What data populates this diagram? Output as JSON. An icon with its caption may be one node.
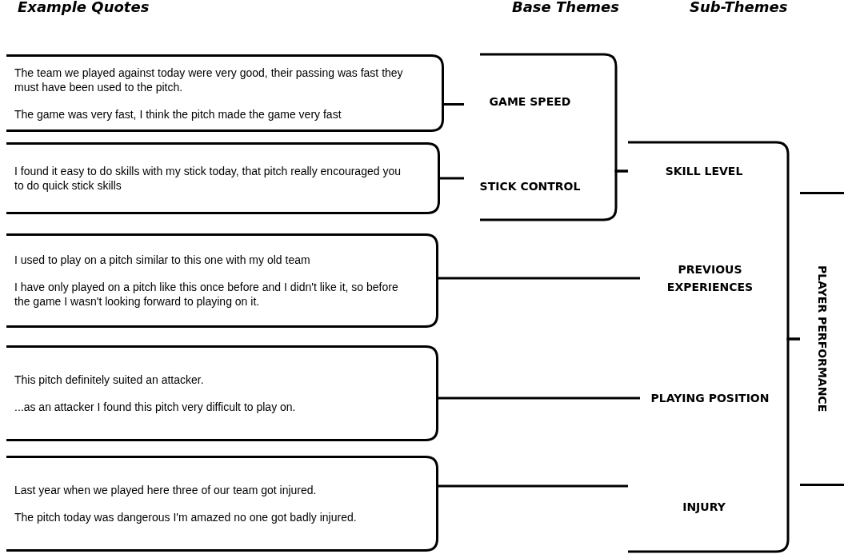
{
  "diagram": {
    "nodes": [
      {
        "text": [
          "The team we played against today were very good, their passing was fast they must have been used to the pitch.",
          "The game was very fast, I think the pitch made the game very fast"
        ]
      },
      {
        "text": [
          "I found it easy to do skills with my stick today, that pitch really encouraged you to do quick stick skills"
        ]
      },
      {
        "text": [
          "I used to play on a pitch similar to this one with my old team",
          "I have only played on a pitch like this once before and I didn't like it, so before the game I wasn't looking forward to playing on it."
        ]
      },
      {
        "text": [
          "This pitch definitely suited an attacker.",
          "...as an attacker I found this pitch very difficult to play on."
        ]
      },
      {
        "text": [
          "Last year when we played here three of our team got injured.",
          "The pitch today was dangerous I'm amazed no one got badly injured."
        ]
      },
      {
        "text": [
          "GAME SPEED"
        ]
      },
      {
        "text": [
          "STICK CONTROL"
        ]
      },
      {
        "text": [
          "SKILL LEVEL"
        ]
      },
      {
        "text": [
          "PREVIOUS EXPERIENCES"
        ]
      },
      {
        "text": [
          "PLAYING POSITION"
        ]
      },
      {
        "text": [
          "INJURY"
        ]
      },
      {
        "text": [
          "PLAYER PERFORMANCE"
        ]
      }
    ],
    "edges": [
      {
        "from": 0,
        "to": 5,
        "arrow": "none"
      },
      {
        "from": 1,
        "to": 6,
        "arrow": "none"
      },
      {
        "from": 5,
        "to": 7,
        "arrow": "none"
      },
      {
        "from": 6,
        "to": 7,
        "arrow": "none"
      },
      {
        "from": 2,
        "to": 8,
        "arrow": "none"
      },
      {
        "from": 3,
        "to": 9,
        "arrow": "none"
      },
      {
        "from": 4,
        "to": 10,
        "arrow": "none"
      },
      {
        "from": 7,
        "to": 11,
        "arrow": "none"
      },
      {
        "from": 10,
        "to": 11,
        "arrow": "none"
      }
    ],
    "labels": [
      "Example Quotes",
      "Base Themes",
      "Sub-Themes"
    ]
  }
}
